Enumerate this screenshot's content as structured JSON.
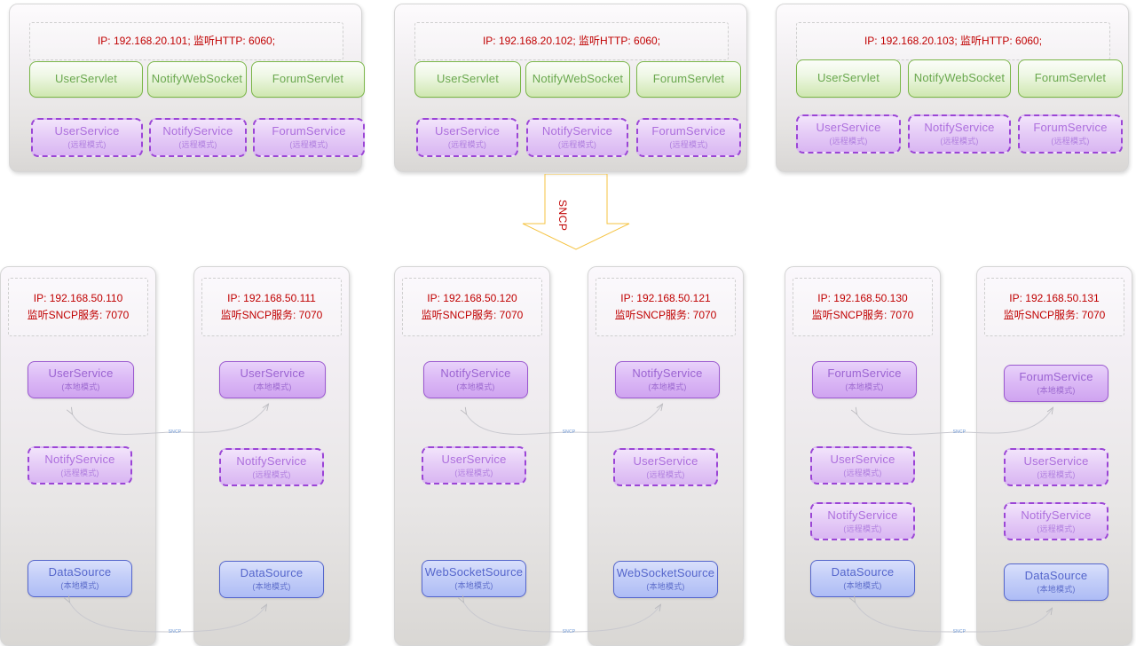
{
  "diagram": {
    "protocol_label": "SNCP",
    "connector_label": "SNCP",
    "colors": {
      "servlet_green": "#6aa84f",
      "service_purple": "#9b59d0",
      "datasource_blue": "#5566cc",
      "ip_text_red": "#c00000",
      "arrow_orange": "#f5c342"
    }
  },
  "app_tier": [
    {
      "ip_line": "IP: 192.168.20.101;  监听HTTP: 6060;",
      "servlets": [
        {
          "title": "UserServlet"
        },
        {
          "title": "NotifyWebSocket"
        },
        {
          "title": "ForumServlet"
        }
      ],
      "services": [
        {
          "title": "UserService",
          "mode": "(远程模式)"
        },
        {
          "title": "NotifyService",
          "mode": "(远程模式)"
        },
        {
          "title": "ForumService",
          "mode": "(远程模式)"
        }
      ]
    },
    {
      "ip_line": "IP: 192.168.20.102;  监听HTTP: 6060;",
      "servlets": [
        {
          "title": "UserServlet"
        },
        {
          "title": "NotifyWebSocket"
        },
        {
          "title": "ForumServlet"
        }
      ],
      "services": [
        {
          "title": "UserService",
          "mode": "(远程模式)"
        },
        {
          "title": "NotifyService",
          "mode": "(远程模式)"
        },
        {
          "title": "ForumService",
          "mode": "(远程模式)"
        }
      ]
    },
    {
      "ip_line": "IP: 192.168.20.103;  监听HTTP: 6060;",
      "servlets": [
        {
          "title": "UserServlet"
        },
        {
          "title": "NotifyWebSocket"
        },
        {
          "title": "ForumServlet"
        }
      ],
      "services": [
        {
          "title": "UserService",
          "mode": "(远程模式)"
        },
        {
          "title": "NotifyService",
          "mode": "(远程模式)"
        },
        {
          "title": "ForumService",
          "mode": "(远程模式)"
        }
      ]
    }
  ],
  "service_tier": [
    {
      "ip_line1": "IP: 192.168.50.110",
      "ip_line2": "监听SNCP服务: 7070",
      "nodes": [
        {
          "title": "UserService",
          "mode": "(本地模式)",
          "style": "purple-solid"
        },
        {
          "title": "NotifyService",
          "mode": "(远程模式)",
          "style": "purple-dashed"
        },
        {
          "title": "DataSource",
          "mode": "(本地模式)",
          "style": "blue"
        }
      ]
    },
    {
      "ip_line1": "IP: 192.168.50.111",
      "ip_line2": "监听SNCP服务: 7070",
      "nodes": [
        {
          "title": "UserService",
          "mode": "(本地模式)",
          "style": "purple-solid"
        },
        {
          "title": "NotifyService",
          "mode": "(远程模式)",
          "style": "purple-dashed"
        },
        {
          "title": "DataSource",
          "mode": "(本地模式)",
          "style": "blue"
        }
      ]
    },
    {
      "ip_line1": "IP: 192.168.50.120",
      "ip_line2": "监听SNCP服务: 7070",
      "nodes": [
        {
          "title": "NotifyService",
          "mode": "(本地模式)",
          "style": "purple-solid"
        },
        {
          "title": "UserService",
          "mode": "(远程模式)",
          "style": "purple-dashed"
        },
        {
          "title": "WebSocketSource",
          "mode": "(本地模式)",
          "style": "blue"
        }
      ]
    },
    {
      "ip_line1": "IP: 192.168.50.121",
      "ip_line2": "监听SNCP服务: 7070",
      "nodes": [
        {
          "title": "NotifyService",
          "mode": "(本地模式)",
          "style": "purple-solid"
        },
        {
          "title": "UserService",
          "mode": "(远程模式)",
          "style": "purple-dashed"
        },
        {
          "title": "WebSocketSource",
          "mode": "(本地模式)",
          "style": "blue"
        }
      ]
    },
    {
      "ip_line1": "IP: 192.168.50.130",
      "ip_line2": "监听SNCP服务: 7070",
      "nodes": [
        {
          "title": "ForumService",
          "mode": "(本地模式)",
          "style": "purple-solid"
        },
        {
          "title": "UserService",
          "mode": "(远程模式)",
          "style": "purple-dashed"
        },
        {
          "title": "NotifyService",
          "mode": "(远程模式)",
          "style": "purple-dashed"
        },
        {
          "title": "DataSource",
          "mode": "(本地模式)",
          "style": "blue"
        }
      ]
    },
    {
      "ip_line1": "IP: 192.168.50.131",
      "ip_line2": "监听SNCP服务: 7070",
      "nodes": [
        {
          "title": "ForumService",
          "mode": "(本地模式)",
          "style": "purple-solid"
        },
        {
          "title": "UserService",
          "mode": "(远程模式)",
          "style": "purple-dashed"
        },
        {
          "title": "NotifyService",
          "mode": "(远程模式)",
          "style": "purple-dashed"
        },
        {
          "title": "DataSource",
          "mode": "(本地模式)",
          "style": "blue"
        }
      ]
    }
  ]
}
